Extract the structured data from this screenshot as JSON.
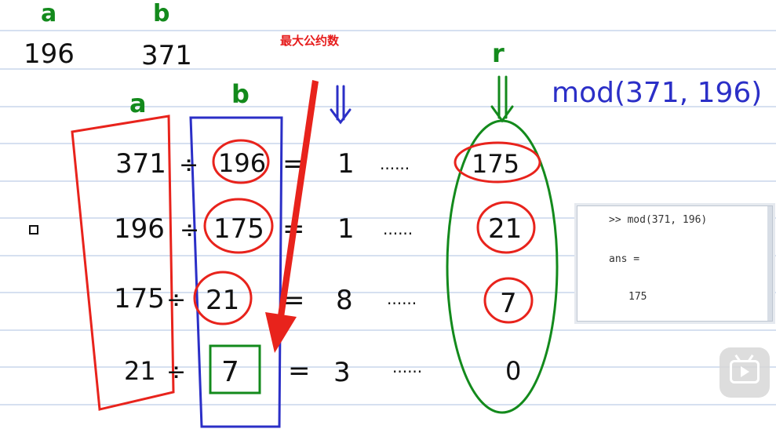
{
  "header": {
    "label_a": "a",
    "label_b": "b",
    "value_a": "196",
    "value_b": "371"
  },
  "caption": "最大公约数",
  "column_labels": {
    "a": "a",
    "b": "b",
    "r": "r"
  },
  "mod_expression": "mod(371, 196)",
  "rows": [
    {
      "dividend": "371",
      "op": "÷",
      "divisor": "196",
      "eq": "=",
      "quotient": "1",
      "dots": "......",
      "remainder": "175"
    },
    {
      "dividend": "196",
      "op": "÷",
      "divisor": "175",
      "eq": "=",
      "quotient": "1",
      "dots": "......",
      "remainder": "21"
    },
    {
      "dividend": "175",
      "op": "÷",
      "divisor": "21",
      "eq": "=",
      "quotient": "8",
      "dots": "......",
      "remainder": "7"
    },
    {
      "dividend": "21",
      "op": "÷",
      "divisor": "7",
      "eq": "=",
      "quotient": "3",
      "dots": "......",
      "remainder": "0"
    }
  ],
  "terminal": {
    "command": ">> mod(371, 196)",
    "ans_label": "ans =",
    "result": "175"
  },
  "colors": {
    "ruled_line": "#c9d6ec",
    "green": "#138a1c",
    "red": "#e8231c",
    "blue": "#2b2fc7",
    "ink": "#111111"
  },
  "icons": {
    "play": "video-play-icon"
  }
}
